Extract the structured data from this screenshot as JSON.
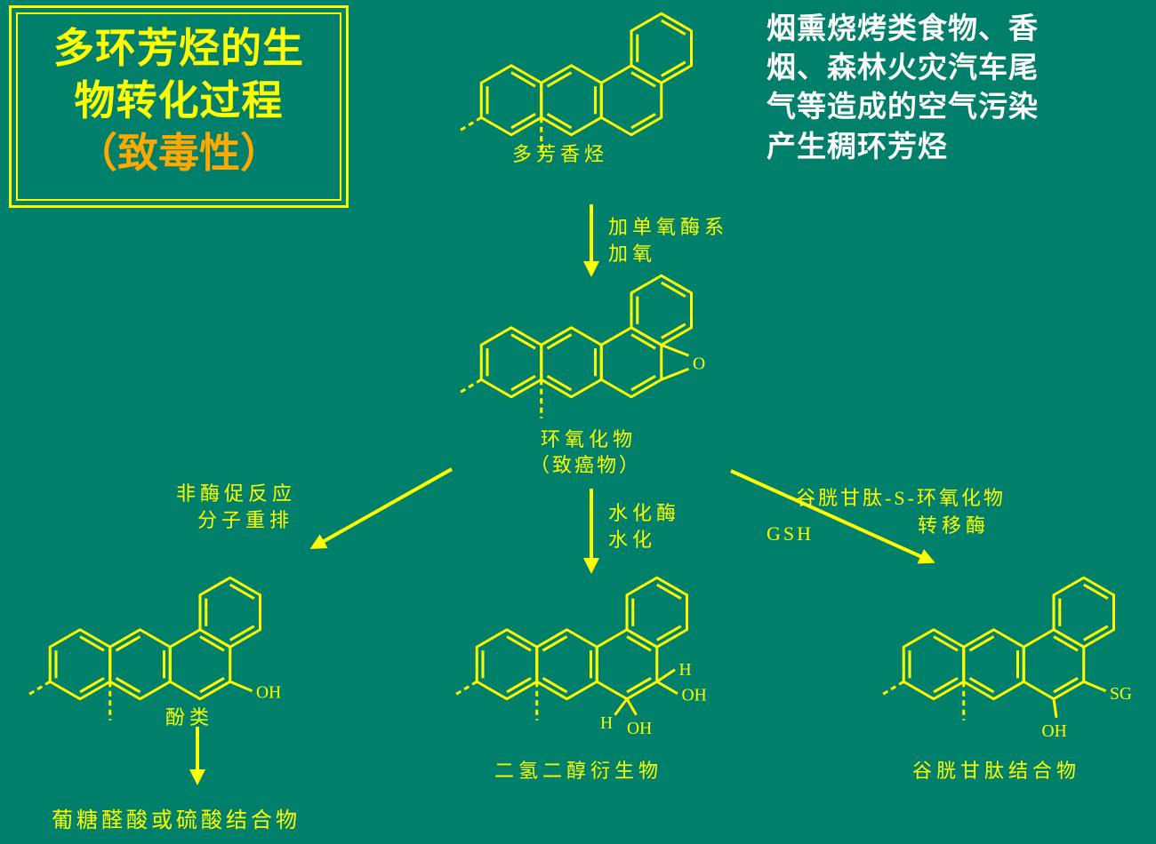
{
  "slide": {
    "background_color": "#00806B",
    "structure_color": "#FFFF00",
    "title_color": "#FFFF00",
    "accent_color": "#FFA800",
    "note_color": "#FFFFFF"
  },
  "title_box": {
    "lines": [
      "多环芳烃的生",
      "物转化过程"
    ],
    "accent": "（致毒性）"
  },
  "note": {
    "lines": [
      "烟熏烧烤类食物、香",
      "烟、森林火灾汽车尾",
      "气等造成的空气污染",
      "产生稠环芳烃"
    ]
  },
  "molecules": {
    "pah": {
      "name": "多芳香烃"
    },
    "epoxide": {
      "name": "环氧化物",
      "subname": "（致癌物）",
      "oxygen": "O"
    },
    "phenol": {
      "name": "酚类",
      "hydroxyl": "OH",
      "conjugate": "葡糖醛酸或硫酸结合物"
    },
    "dihydrodiol": {
      "name": "二氢二醇衍生物",
      "h_upper": "H",
      "oh_upper": "OH",
      "h_lower": "H",
      "oh_lower": "OH"
    },
    "glutathione": {
      "name": "谷胱甘肽结合物",
      "sg": "SG",
      "hydroxyl": "OH"
    }
  },
  "reactions": {
    "monooxygenation": {
      "line1": "加单氧酶系",
      "line2": "加氧"
    },
    "rearrangement": {
      "line1": "非酶促反应",
      "line2": "分子重排"
    },
    "hydration": {
      "line1": "水化酶",
      "line2": "水化"
    },
    "gst": {
      "line1": "谷胱甘肽-S-环氧化物",
      "line2": "转移酶",
      "cofactor": "GSH"
    }
  }
}
